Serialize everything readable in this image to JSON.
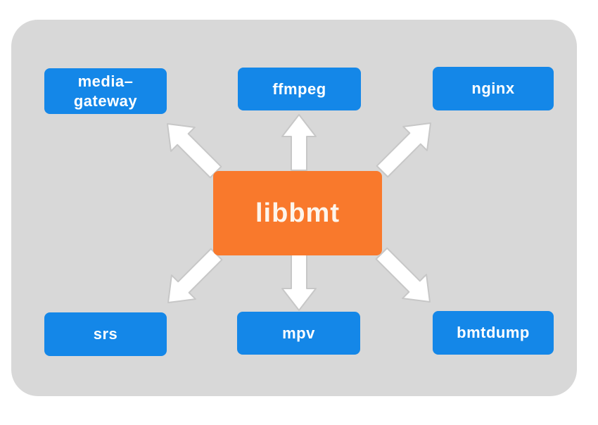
{
  "diagram": {
    "center": {
      "label": "libbmt"
    },
    "nodes": [
      {
        "id": "media-gateway",
        "label": "media–\ngateway",
        "position": "top-left"
      },
      {
        "id": "ffmpeg",
        "label": "ffmpeg",
        "position": "top-center"
      },
      {
        "id": "nginx",
        "label": "nginx",
        "position": "top-right"
      },
      {
        "id": "srs",
        "label": "srs",
        "position": "bottom-left"
      },
      {
        "id": "mpv",
        "label": "mpv",
        "position": "bottom-center"
      },
      {
        "id": "bmtdump",
        "label": "bmtdump",
        "position": "bottom-right"
      }
    ],
    "arrows": [
      {
        "direction": "up-left"
      },
      {
        "direction": "up"
      },
      {
        "direction": "up-right"
      },
      {
        "direction": "down-left"
      },
      {
        "direction": "down"
      },
      {
        "direction": "down-right"
      }
    ],
    "colors": {
      "canvas_fill": "#d8d8d8",
      "node_fill": "#1487e8",
      "center_fill": "#f9792c",
      "node_text": "#ffffff",
      "center_text": "#fdf5ec",
      "arrow_fill": "#ffffff",
      "arrow_stroke": "#c7c7c7",
      "page_bg": "#ffffff"
    }
  }
}
